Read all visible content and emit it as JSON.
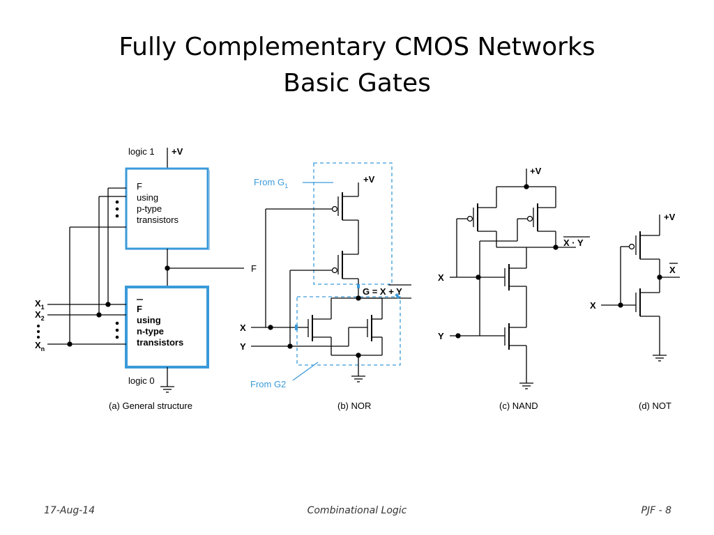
{
  "slide": {
    "title_line1": "Fully Complementary CMOS Networks",
    "title_line2": "Basic Gates"
  },
  "diagram": {
    "a": {
      "logic1": "logic 1",
      "vplus": "+V",
      "p_block": [
        "F",
        "using",
        "p-type",
        "transistors"
      ],
      "n_block": [
        "F",
        "using",
        "n-type",
        "transistors"
      ],
      "output_f": "F",
      "inputs": [
        "X",
        "X",
        "X"
      ],
      "input_subs": [
        "1",
        "2",
        "n"
      ],
      "logic0": "logic 0",
      "caption": "(a) General structure"
    },
    "b": {
      "from_g1": "From G",
      "from_g1_sub": "1",
      "vplus": "+V",
      "g_expr": "G = X + Y",
      "x": "X",
      "y": "Y",
      "from_g2": "From G2",
      "caption": "(b) NOR"
    },
    "c": {
      "vplus": "+V",
      "out": "X · Y",
      "x": "X",
      "y": "Y",
      "caption": "(c) NAND"
    },
    "d": {
      "vplus": "+V",
      "out": "X",
      "x": "X",
      "caption": "(d) NOT"
    }
  },
  "footer": {
    "date": "17-Aug-14",
    "center": "Combinational Logic",
    "page": "PJF - 8"
  },
  "colors": {
    "accent_blue": "#3a9ad9",
    "ink": "#000000"
  }
}
